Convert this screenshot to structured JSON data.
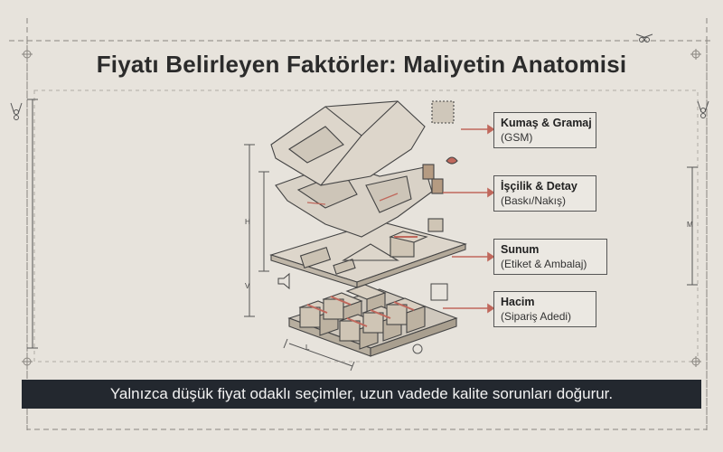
{
  "title": "Fiyatı Belirleyen Faktörler: Maliyetin Anatomisi",
  "factors": [
    {
      "title": "Kumaş & Gramaj",
      "subtitle": "(GSM)"
    },
    {
      "title": "İşçilik & Detay",
      "subtitle": "(Baskı/Nakış)"
    },
    {
      "title": "Sunum",
      "subtitle": "(Etiket & Ambalaj)"
    },
    {
      "title": "Hacim",
      "subtitle": "(Sipariş Adedi)"
    }
  ],
  "footer": "Yalnızca düşük fiyat odaklı seçimler, uzun vadede kalite sorunları doğurur.",
  "dimensions": {
    "h": "H",
    "v": "V",
    "l": "L",
    "m": "M"
  },
  "colors": {
    "background": "#e7e3dc",
    "accent": "#c0685c",
    "line": "#555555",
    "footer_bg": "#23282f"
  }
}
